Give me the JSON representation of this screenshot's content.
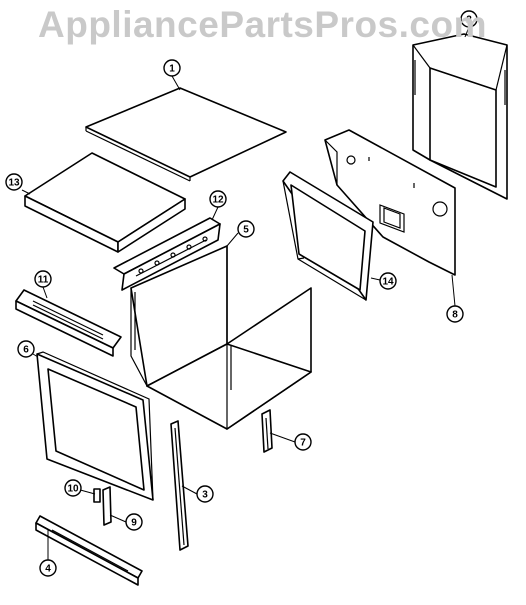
{
  "watermark": "AppliancePartsPros.com",
  "callouts": [
    "1",
    "2",
    "3",
    "4",
    "5",
    "6",
    "7",
    "8",
    "9",
    "10",
    "11",
    "12",
    "13",
    "14"
  ]
}
